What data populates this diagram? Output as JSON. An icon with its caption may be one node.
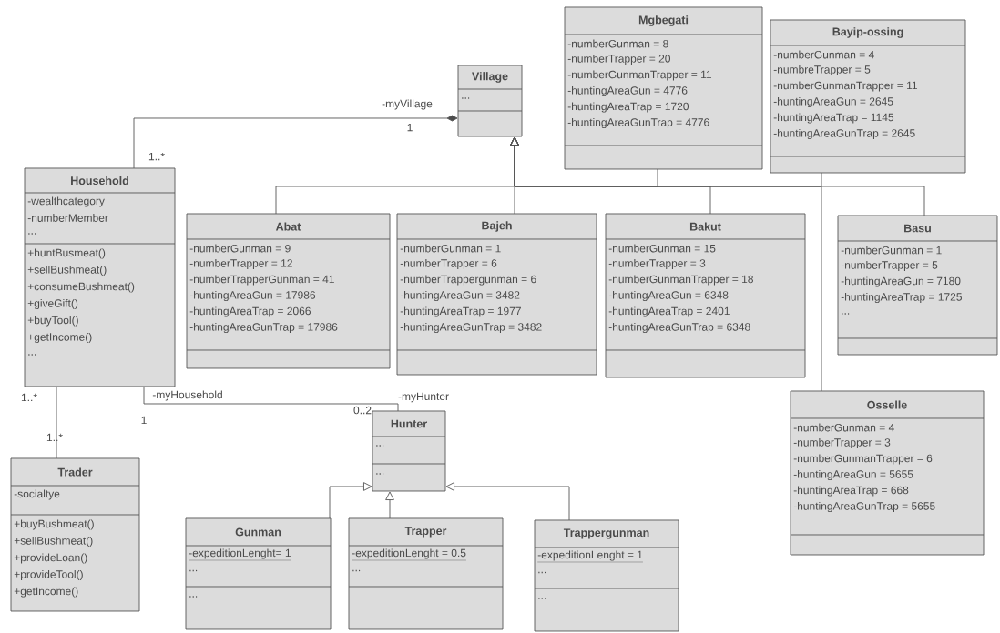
{
  "diagram": {
    "nodes": [
      {
        "text": [
          "Village",
          "..."
        ]
      },
      {
        "text": [
          "Mgbegati",
          "-numberGunman = 8",
          "-numberTrapper = 20",
          "-numberGunmanTrapper = 11",
          "-huntingAreaGun = 4776",
          "-huntingAreaTrap = 1720",
          "-huntingAreaGunTrap = 4776"
        ]
      },
      {
        "text": [
          "Bayip-ossing",
          "-numberGunman = 4",
          "-numbreTrapper = 5",
          "-numberGunmanTrapper = 11",
          "-huntingAreaGun = 2645",
          "-huntingAreaTrap = 1145",
          "-huntingAreaGunTrap = 2645"
        ]
      },
      {
        "text": [
          "Household",
          "-wealthcategory",
          "-numberMember",
          "...",
          "+huntBusmeat()",
          "+sellBushmeat()",
          "+consumeBushmeat()",
          "+giveGift()",
          "+buyTool()",
          "+getIncome()",
          "..."
        ]
      },
      {
        "text": [
          "Abat",
          "-numberGunman = 9",
          "-numberTrapper = 12",
          "-numberTrapperGunman = 41",
          "-huntingAreaGun = 17986",
          "-huntingAreaTrap = 2066",
          "-huntingAreaGunTrap = 17986"
        ]
      },
      {
        "text": [
          "Bajeh",
          "-numberGunman = 1",
          "-numberTrapper = 6",
          "-numberTrappergunman = 6",
          "-huntingAreaGun = 3482",
          "-huntingAreaTrap = 1977",
          "-huntingAreaGunTrap = 3482"
        ]
      },
      {
        "text": [
          "Bakut",
          "-numberGunman = 15",
          "-numberTrapper = 3",
          "-numberGunmanTrapper = 18",
          "-huntingAreaGun = 6348",
          "-huntingAreaTrap = 2401",
          "-huntingAreaGunTrap = 6348"
        ]
      },
      {
        "text": [
          "Basu",
          "-numberGunman = 1",
          "-numberTrapper = 5",
          "-huntingAreaGun = 7180",
          "-huntingAreaTrap = 1725",
          "..."
        ]
      },
      {
        "text": [
          "Hunter",
          "...",
          "..."
        ]
      },
      {
        "text": [
          "Osselle",
          "-numberGunman = 4",
          "-numberTrapper = 3",
          "-numberGunmanTrapper = 6",
          "-huntingAreaGun = 5655",
          "-huntingAreaTrap = 668",
          "-huntingAreaGunTrap = 5655"
        ]
      },
      {
        "text": [
          "Trader",
          "-socialtye",
          "+buyBushmeat()",
          "+sellBushmeat()",
          "+provideLoan()",
          "+provideTool()",
          "+getIncome()"
        ]
      },
      {
        "text": [
          "Gunman",
          "-expeditionLenght= 1",
          "...",
          "..."
        ]
      },
      {
        "text": [
          "Trapper",
          "-expeditionLenght = 0.5",
          "..."
        ]
      },
      {
        "text": [
          "Trappergunman",
          "-expeditionLenght = 1",
          "...",
          "..."
        ]
      }
    ],
    "edges": [
      {
        "from": 3,
        "to": 0,
        "arrow": "other"
      },
      {
        "from": 1,
        "to": 0,
        "arrow": "to"
      },
      {
        "from": 2,
        "to": 0,
        "arrow": "to"
      },
      {
        "from": 4,
        "to": 0,
        "arrow": "to"
      },
      {
        "from": 5,
        "to": 0,
        "arrow": "to"
      },
      {
        "from": 6,
        "to": 0,
        "arrow": "to"
      },
      {
        "from": 7,
        "to": 0,
        "arrow": "to"
      },
      {
        "from": 9,
        "to": 0,
        "arrow": "to"
      },
      {
        "from": 3,
        "to": 10,
        "arrow": "none"
      },
      {
        "from": 3,
        "to": 8,
        "arrow": "none"
      },
      {
        "from": 11,
        "to": 8,
        "arrow": "to"
      },
      {
        "from": 12,
        "to": 8,
        "arrow": "to"
      },
      {
        "from": 13,
        "to": 8,
        "arrow": "to"
      }
    ],
    "labels": [
      "-myVillage",
      "1",
      "1..*",
      "1..*",
      "-myHousehold",
      "1",
      "1..*",
      "0..2",
      "-myHunter"
    ]
  }
}
